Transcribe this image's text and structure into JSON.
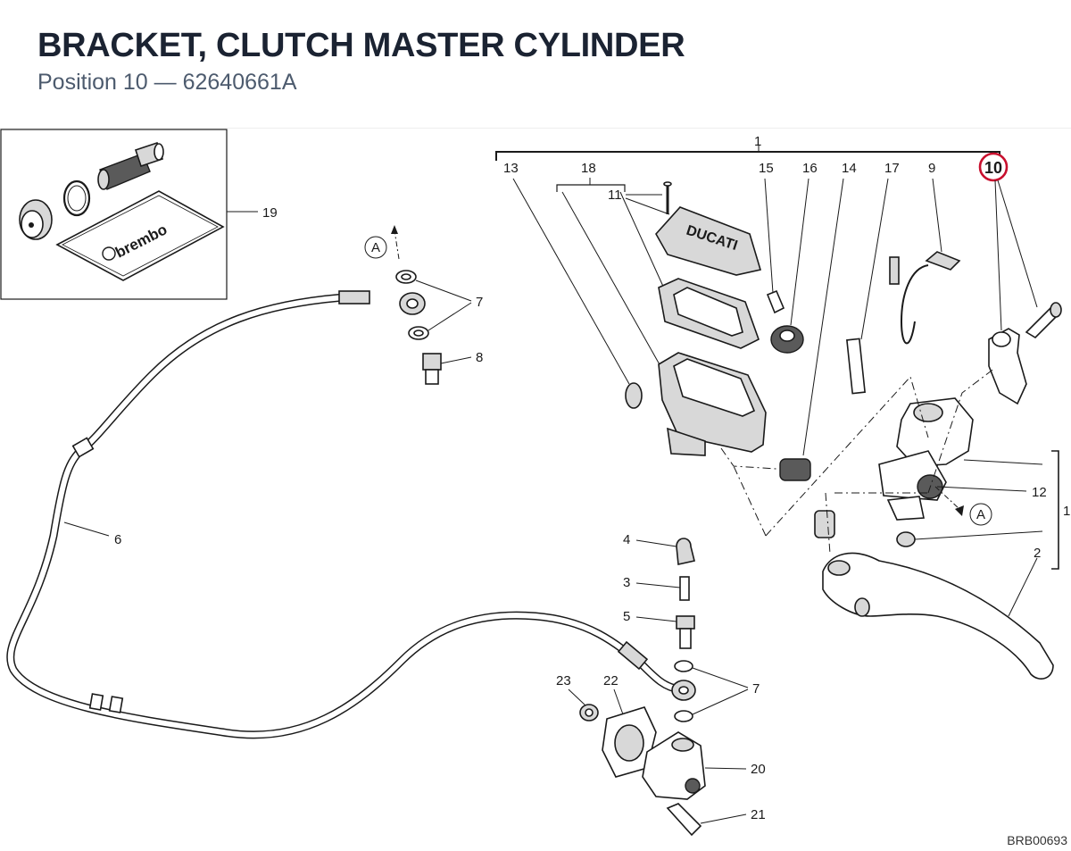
{
  "header": {
    "title": "BRACKET, CLUTCH MASTER CYLINDER",
    "subtitle": "Position 10 — 62640661A"
  },
  "diagram": {
    "callouts": {
      "c1_top": "1",
      "c13": "13",
      "c18": "18",
      "c11": "11",
      "c15": "15",
      "c16": "16",
      "c14": "14",
      "c17": "17",
      "c9": "9",
      "c10": "10",
      "c19": "19",
      "c7_top": "7",
      "c8": "8",
      "c6": "6",
      "c4": "4",
      "c3": "3",
      "c5": "5",
      "c7_bottom": "7",
      "c23": "23",
      "c22": "22",
      "c20": "20",
      "c21": "21",
      "c12": "12",
      "c1_right": "1",
      "c2": "2",
      "ref_a_top": "A",
      "ref_a_right": "A"
    },
    "brand_text": "brembo",
    "reservoir_cap_text": "DUCATI",
    "drawing_code": "BRB00693",
    "highlight_color": "#c8102e"
  }
}
